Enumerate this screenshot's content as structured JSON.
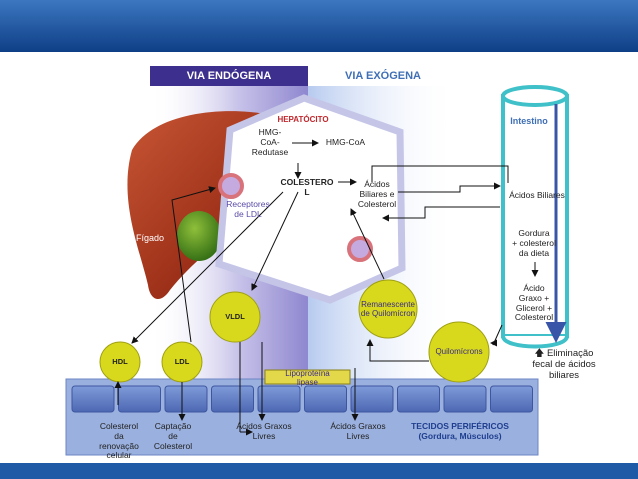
{
  "headers": {
    "endogenous": "VIA ENDÓGENA",
    "exogenous": "VIA EXÓGENA"
  },
  "hepatocyte": {
    "title": "HEPATÓCITO",
    "hmg_reductase": "HMG-\nCoA-\nRedutase",
    "hmg_coa": "HMG-CoA",
    "cholesterol": "COLESTERO\nL",
    "bile_acids_cholesterol": "Ácidos\nBiliares e\nColesterol",
    "ldl_receptors": "Receptores\nde LDL"
  },
  "liver_label": "Fígado",
  "intestine": {
    "title": "Intestino",
    "bile_acids": "Ácidos Biliares",
    "diet": "Gordura\n+ colesterol\nda dieta",
    "fatty_acid": "Ácido\nGraxo +\nGlicerol +\nColesterol"
  },
  "particles": {
    "vldl": "VLDL",
    "hdl": "HDL",
    "ldl": "LDL",
    "remnant": "Remanescente\nde Quilomícron",
    "chylomicron": "Quilomícrons"
  },
  "lipase": "Lipoproteína\nlipase",
  "elimination": "Eliminação\nfecal de ácidos\nbiliares",
  "elimination_arrow": "🡅",
  "bottom": {
    "renewal": "Colesterol\nda\nrenovação\ncelular",
    "uptake": "Captação\nde\nColesterol",
    "ffa_left": "Ácidos Graxos\nLivres",
    "ffa_right": "Ácidos Graxos\nLivres",
    "tissues": "TECIDOS PERIFÉRICOS\n(Gordura, Músculos)"
  },
  "colors": {
    "frame_blue": "#1f5aa6",
    "endo_purple": "#5b4ba8",
    "exo_blue": "#3f6fb5",
    "hepatocyte_red": "#c0282d",
    "particle_yellow": "#d8d91c",
    "cell_blue": "#5b7cc4",
    "liver_red": "#a9361f"
  }
}
